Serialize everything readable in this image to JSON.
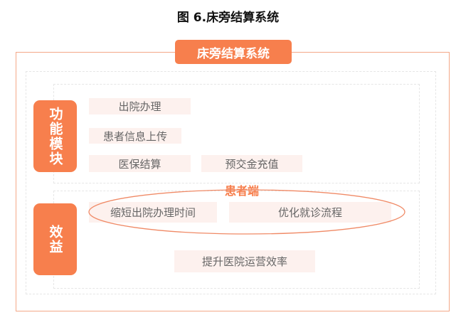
{
  "figure_title": "图 6.床旁结算系统",
  "system_title": "床旁结算系统",
  "sections": {
    "functions": {
      "label": "功能模块",
      "items": [
        "出院办理",
        "患者信息上传",
        "医保结算",
        "预交金充值"
      ]
    },
    "patient_label": "患者端",
    "benefits": {
      "label": "效益",
      "items": [
        "缩短出院办理时间",
        "优化就诊流程",
        "提升医院运营效率"
      ]
    }
  },
  "colors": {
    "accent": "#f77f4d",
    "item_bg": "#fdf1ee",
    "border": "#f4a888"
  }
}
